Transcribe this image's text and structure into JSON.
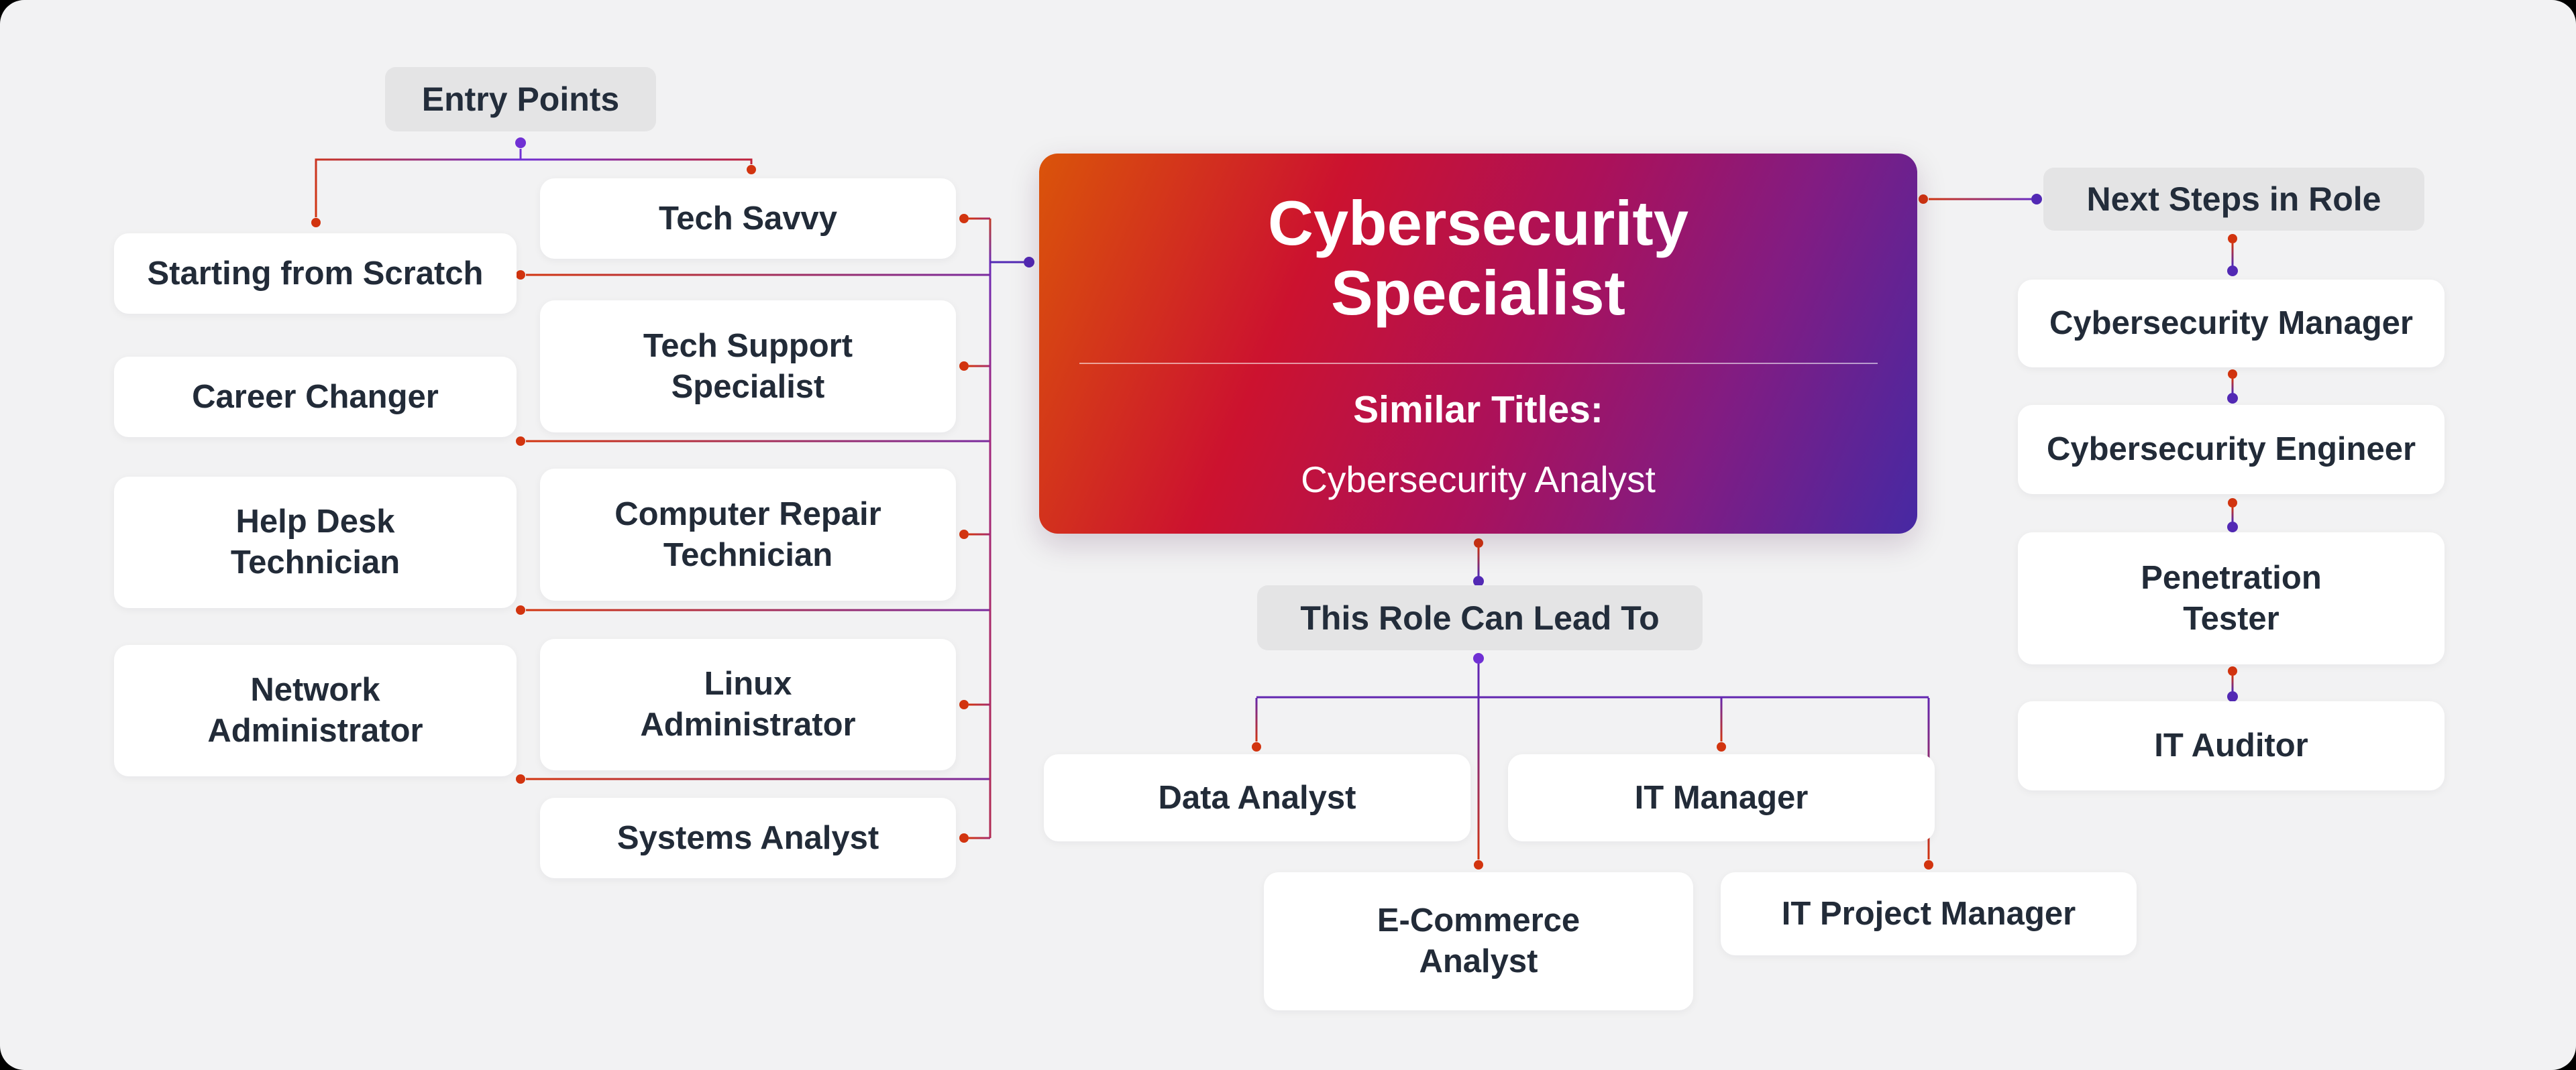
{
  "badges": {
    "entry_points": "Entry Points",
    "lead_to": "This Role Can Lead To",
    "next_steps": "Next Steps in Role"
  },
  "card": {
    "title": "Cybersecurity\nSpecialist",
    "subtitle": "Similar Titles:",
    "similar": "Cybersecurity Analyst"
  },
  "entry": {
    "col1": [
      "Starting from Scratch",
      "Career Changer",
      "Help Desk\nTechnician",
      "Network\nAdministrator"
    ],
    "col2": [
      "Tech Savvy",
      "Tech Support\nSpecialist",
      "Computer Repair\nTechnician",
      "Linux\nAdministrator",
      "Systems Analyst"
    ]
  },
  "lead_to": [
    "Data Analyst",
    "IT Manager",
    "E-Commerce\nAnalyst",
    "IT Project Manager"
  ],
  "next_steps": [
    "Cybersecurity Manager",
    "Cybersecurity Engineer",
    "Penetration\nTester",
    "IT Auditor"
  ],
  "colors": {
    "canvas_bg": "#f2f2f3",
    "box_bg": "#ffffff",
    "badge_bg": "#e4e4e5",
    "text": "#222b38",
    "dot_red": "#d2340f",
    "dot_purple": "#5229b4",
    "entry_dot_purple": "#7030d4",
    "line_purple": "#6326b0",
    "card_gradient_start": "#da540a",
    "card_gradient_mid": "#cc122f",
    "card_gradient_end": "#4629a3"
  }
}
